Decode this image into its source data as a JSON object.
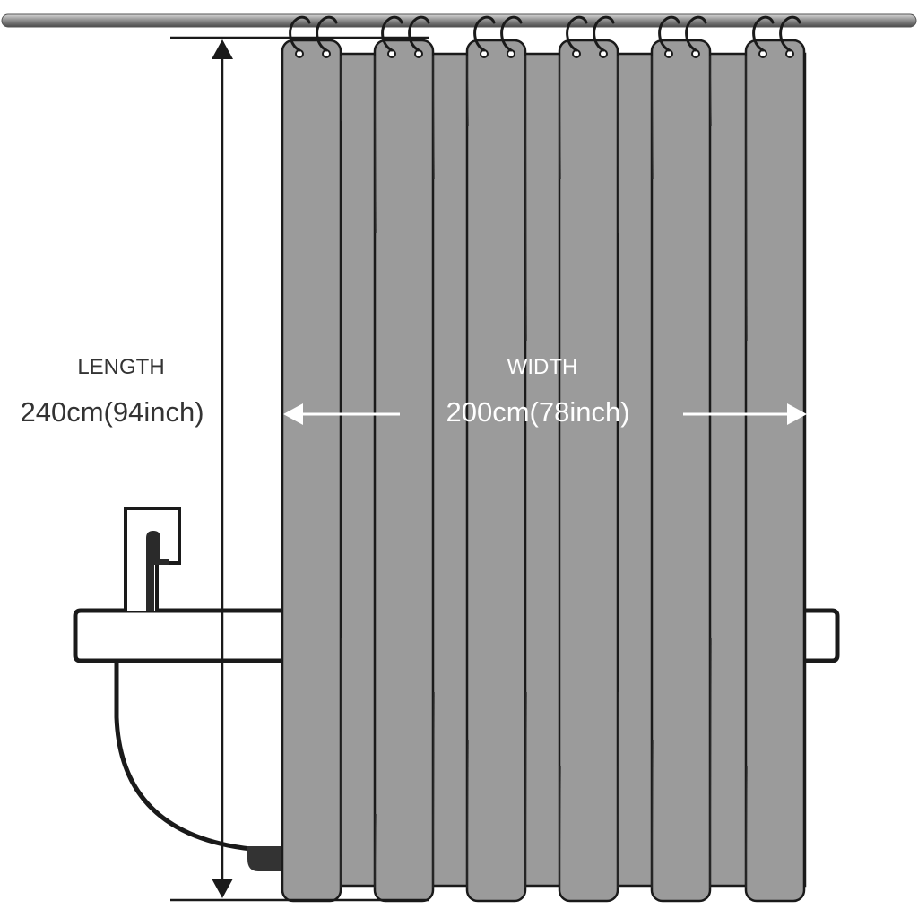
{
  "length": {
    "title": "LENGTH",
    "value": "240cm(94inch)"
  },
  "width": {
    "title": "WIDTH",
    "value": "200cm(78inch)"
  },
  "colors": {
    "curtain": "#9b9b9b",
    "outline": "#1a1a1a",
    "label_dark": "#333333",
    "label_light": "#ffffff",
    "rod": "#8a8a8a"
  },
  "icons": [
    "curtain-rod",
    "hook-ring",
    "bathtub",
    "faucet",
    "dimension-arrow"
  ]
}
